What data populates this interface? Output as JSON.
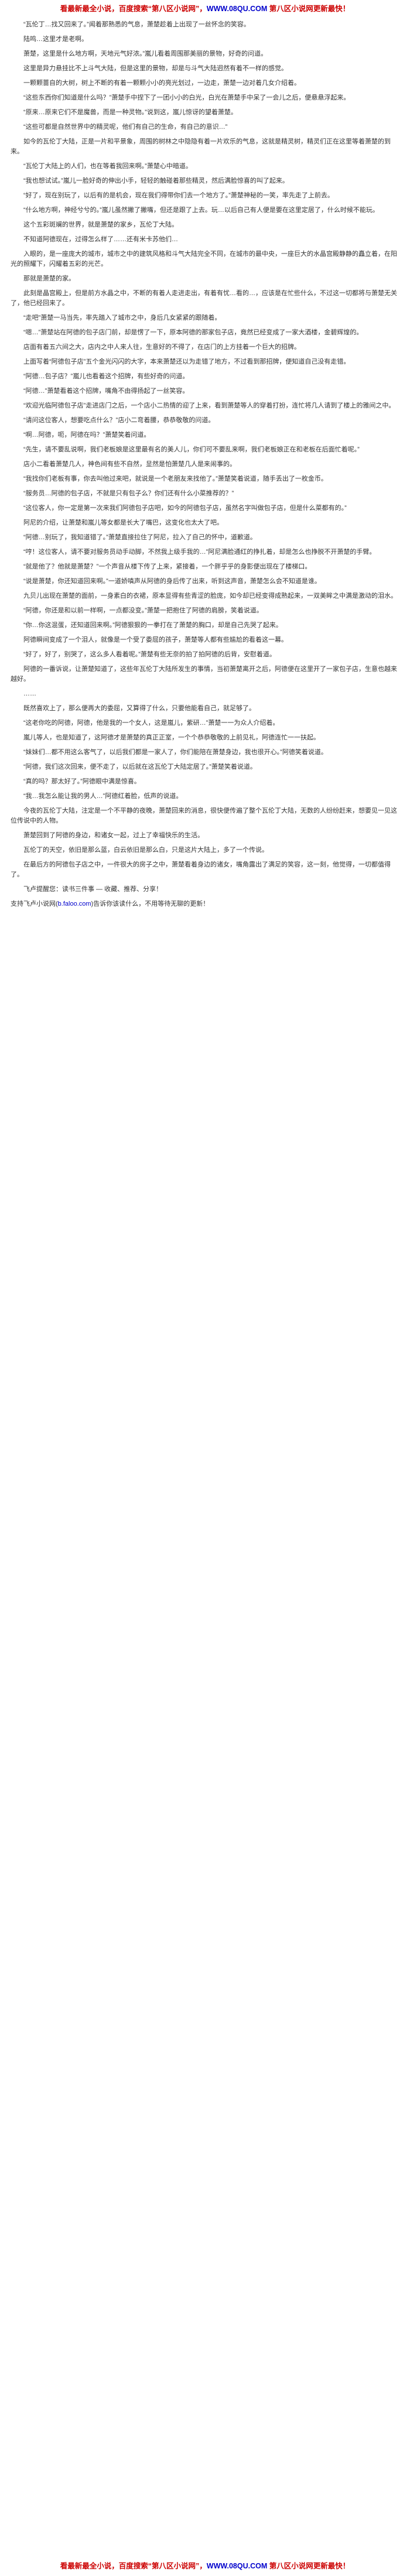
{
  "banner": {
    "prefix": "看最新最全小说，百度搜索“第八区小说网”，",
    "url": "WWW.08QU.COM",
    "suffix": " 第八区小说网更新最快！"
  },
  "paragraphs": [
    "“瓦伦丁…找又回来了。”闻着那熟悉的气息，萧楚趁着上出现了一丝怀念的笑容。",
    "陆鸣…这里才是老啊。",
    "萧楚，这里是什么地方啊，天地元气好浓。”嵐儿看着周围那美丽的景物，好奇的问道。",
    "这里是异力悬挂比不上斗气大陆，但是这里的景物，却是与斗气大陆迥然有着不一样的感觉。",
    "一颗颗蔷自的大树，树上不断的有着一颗颗小小的亮光划过，一边走，萧楚一边对着几女介绍着。",
    "“这些东西你们知道是什么吗？”萧楚手中捏下了一团小小的白光，白光在萧楚手中呆了一会儿之后，便悬悬浮起来。",
    "“原来…原来它们不是魔兽，而是一种灵物。”说到这，嵐儿惊讶的望着萧楚。",
    "“这些可都是自然世界中的精灵呢，他们有自己的生命，有自己的意识…”",
    "如今的瓦伦丁大陆，正是一片和平景象，周围的树林之中隐隐有着一片欢乐的气息，这就是精灵树，精灵们正在这里等着萧楚的到来。",
    "“瓦伦丁大陆上的人们，也在等着我回来啊。”萧楚心中暗道。",
    "“我也想试试。”嵐儿一脸好奇的伸出小手，轻轻的触碰着那些精灵，然后满脸惊喜的叫了起来。",
    "“好了，现在别玩了，以后有的是机会，现在我们得带你们去一个地方了。”萧楚神秘的一笑，率先走了上前去。",
    "“什么地方啊，神经兮兮的。”嵐儿虽然撇了撇嘴，但还是跟了上去。玩…以后自己有人便是要在这里定居了，什么时候不能玩。",
    "这个五彩斑斓的世界，就是萧楚的家乡，瓦伦丁大陆。",
    "不知道阿德现在，过得怎么样了……还有米卡苏他们…",
    "入眼的，是一座庞大的城市，城市之中的建筑风格和斗气大陆完全不同，在城市的最中央，一座巨大的水晶宫殿静静的矗立着，在阳光的照耀下，闪耀着五彩的光芒。",
    "那就是萧楚的家。",
    "此刻是晶宫殿上，但是前方水晶之中，不断的有着人走进走出，有着有忧…看的…，应该是在忙些什么，不过这一切都将与萧楚无关了，他已经回来了。",
    "“走吧”萧楚一马当先，率先踏入了城市之中，身后几女紧紧的跟随着。",
    "“嗯…”萧楚站在阿德的包子店门前，却是愣了一下，原本阿德的那家包子店，竟然已经变成了一家大酒楼，金碧辉煌的。",
    "店面有着五六间之大，店内之中人来人往，生意好的不得了，在店门的上方挂着一个巨大的招牌。",
    "上面写着“阿德包子店”五个金光闪闪的大字，本来萧楚还以为走错了地方，不过看到那招牌，便知道自己没有走错。",
    "“阿德…包子店？”嵐儿也看着这个招牌，有些好奇的问道。",
    "“阿德…”萧楚看着这个招牌，嘴角不由得扬起了一丝笑容。",
    "“欢迎光临阿德包子店”走进店门之后，一个店小二热情的迎了上来，看到萧楚等人的穿着打扮，连忙将几人请到了楼上的雅间之中。",
    "“请问这位客人，想要吃点什么？”店小二弯着腰，恭恭敬敬的问道。",
    "“啊…阿德，呃，阿德在吗？”萧楚笑着问道。",
    "“先生，请不要乱说啊，我们老板娘是这里最有名的美人儿，你们可不要乱来啊，我们老板娘正在和老板在后面忙着呢。”",
    "店小二看着萧楚几人，神色间有些不自然，显然是怕萧楚几人是来闹事的。",
    "“我找你们老板有事，你去叫他过来吧，就说是一个老朋友来找他了。”萧楚笑着说道，随手丢出了一枚金币。",
    "“服务员…阿德的包子店，不就是只有包子么？你们还有什么小菜推荐的？”",
    "“这位客人，你一定是第一次来我们阿德包子店吧，如今的阿德包子店，虽然名字叫做包子店，但是什么菜都有的。”",
    "阿尼的介绍，让萧楚和嵐儿等女都是长大了嘴巴，这变化也太大了吧。",
    "“阿德…别玩了，我知道错了。”萧楚直接拉住了阿尼，拉入了自己的怀中，道歉道。",
    "“哼！这位客人，请不要对服务员动手动脚，不然我上级手我的…”阿尼满脸通红的挣扎着，却是怎么也挣脱不开萧楚的手臂。",
    "“就是他了？他就是萧楚？”一个声音从楼下传了上来，紧接着，一个胖乎乎的身影便出现在了楼梯口。",
    "“说是萧楚，你还知道回来啊。”一道娇嗔声从阿德的身后传了出来，听到这声音，萧楚怎么会不知道是谁。",
    "九贝儿出现在萧楚的面前，一身素白的衣裙，原本显得有些青涩的脸庞，如今却已经变得成熟起来，一双美眸之中满是激动的泪水。",
    "“阿德，你还是和以前一样啊，一点都没变。”萧楚一把抱住了阿德的肩膀，笑着说道。",
    "“你…你这混蛋，还知道回来啊。”阿德狠狠的一拳打在了萧楚的胸口，却是自己先哭了起来。",
    "阿德瞬间变成了一个泪人，就像是一个受了委屈的孩子，萧楚等人都有些尴尬的看着这一幕。",
    "“好了，好了，别哭了，这么多人看着呢。”萧楚有些无奈的拍了拍阿德的后背，安慰着道。",
    "阿德的一番诉说，让萧楚知道了，这些年瓦伦丁大陆所发生的事情，当初萧楚离开之后，阿德便在这里开了一家包子店，生意也越来越好。",
    "……",
    "既然喜欢上了，那么便再大的委屈，又算得了什么，只要他能看自己，就足够了。",
    "“这老你吃的阿德，阿德，他是我的一个女人，这是嵐儿，紫研…”萧楚一一为众人介绍着。",
    "嵐儿等人，也是知道了，这阿德才是萧楚的真正正室，一个个恭恭敬敬的上前见礼，阿德连忙一一扶起。",
    "“妹妹们…都不用这么客气了，以后我们都是一家人了，你们能陪在萧楚身边，我也很开心。”阿德笑着说道。",
    "“阿德，我们这次回来，便不走了，以后就在这瓦伦丁大陆定居了。”萧楚笑着说道。",
    "“真的吗？那太好了。”阿德眼中满是惊喜。",
    "“我…我怎么能让我的男人…”阿德红着脸，低声的说道。",
    "今夜的瓦伦丁大陆，注定是一个不平静的夜晚，萧楚回来的消息，很快便传遍了整个瓦伦丁大陆，无数的人纷纷赶来，想要见一见这位传说中的人物。",
    "萧楚回到了阿德的身边，和诸女一起，过上了幸福快乐的生活。",
    "瓦伦丁的天空，依旧是那么蓝，白云依旧是那么白，只是这片大陆上，多了一个传说。",
    "在最后方的阿德包子店之中，一件很大的房子之中，萧楚看着身边的诸女，嘴角露出了满足的笑容，这一刻，他觉得，一切都值得了。",
    "飞卢提醒您：读书三件事 — 收藏、推荐、分享！"
  ],
  "footer": {
    "prefix": "支持飞卢小说网(",
    "link": "b.faloo.com",
    "suffix": ")告诉你该读什么，不用等待无聊的更新！"
  }
}
